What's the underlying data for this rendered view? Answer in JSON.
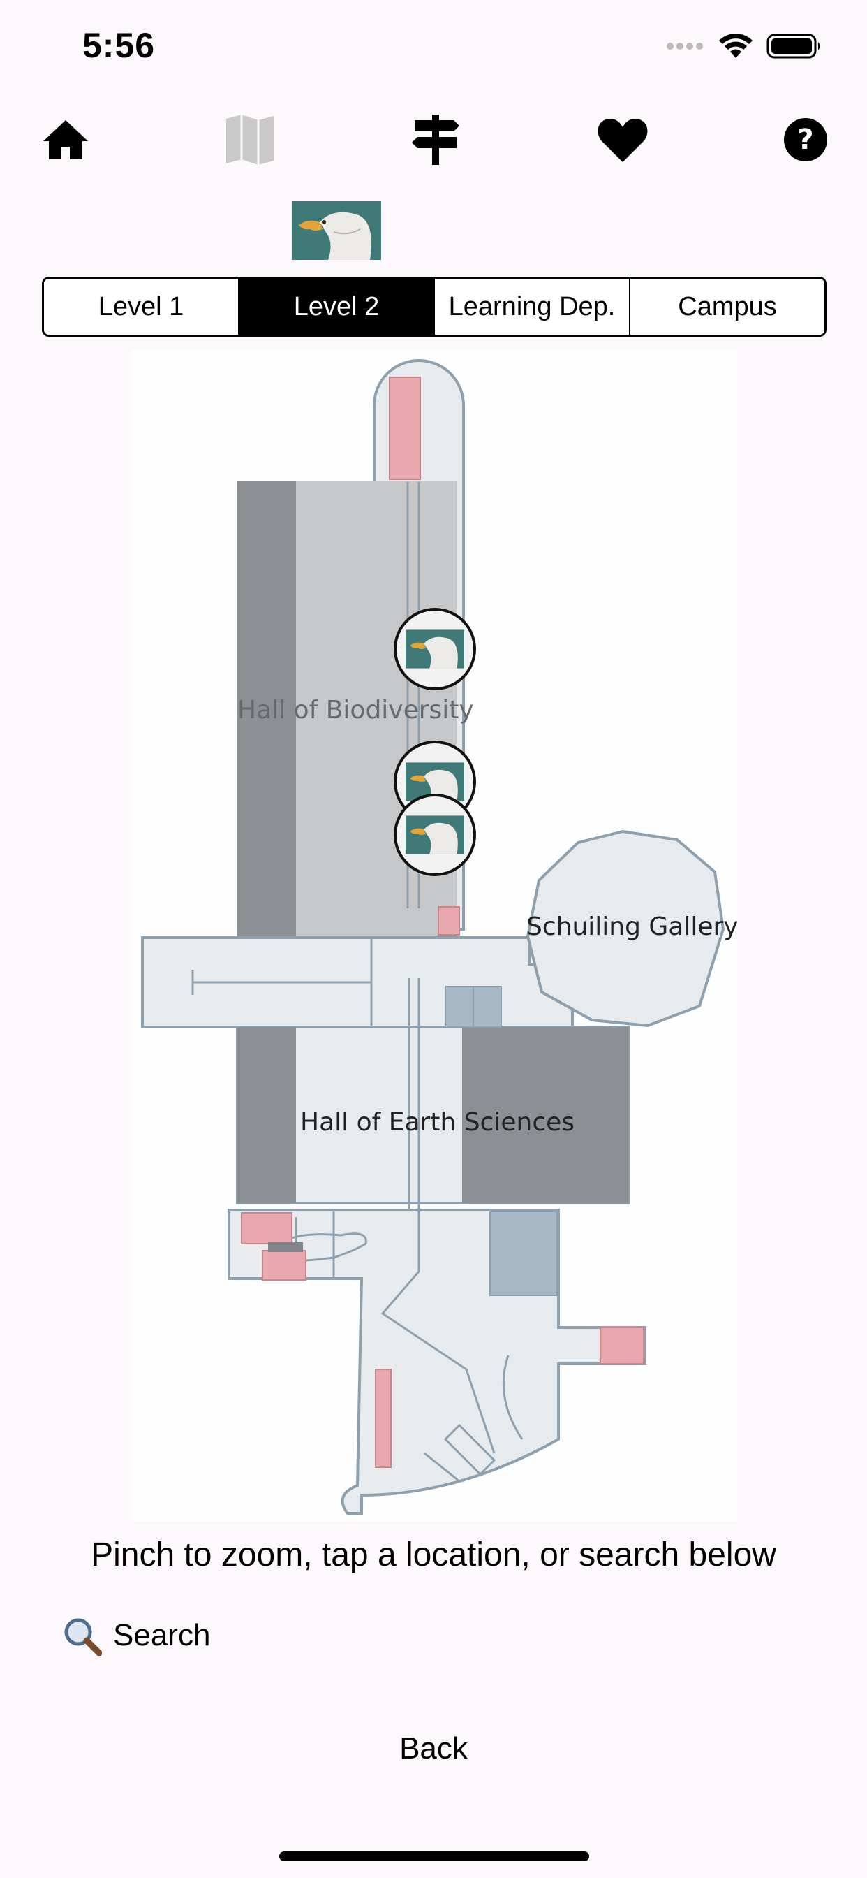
{
  "status": {
    "time": "5:56"
  },
  "toolbar": {
    "icons": [
      "home-icon",
      "map-icon",
      "signpost-icon",
      "heart-icon",
      "help-icon"
    ],
    "active": "map-icon"
  },
  "tabs": [
    {
      "label": "Level 1",
      "selected": false
    },
    {
      "label": "Level 2",
      "selected": true
    },
    {
      "label": "Learning Dep.",
      "selected": false
    },
    {
      "label": "Campus",
      "selected": false
    }
  ],
  "map": {
    "labels": {
      "biodiversity": "Hall of Biodiversity",
      "schuiling": "Schuiling Gallery",
      "earth": "Hall of Earth Sciences"
    },
    "marker_count": 3
  },
  "instructions": "Pinch to zoom, tap a location, or search below",
  "search": {
    "label": "Search"
  },
  "back_label": "Back",
  "colors": {
    "background": "#fdf8fc",
    "room": "#e7ebee",
    "wall": "#8ea0ae",
    "dark_hall": "#8c8f94",
    "light_hall": "#c6c7c9",
    "restroom": "#e8a9ae",
    "elevator": "#a7b7c6"
  }
}
